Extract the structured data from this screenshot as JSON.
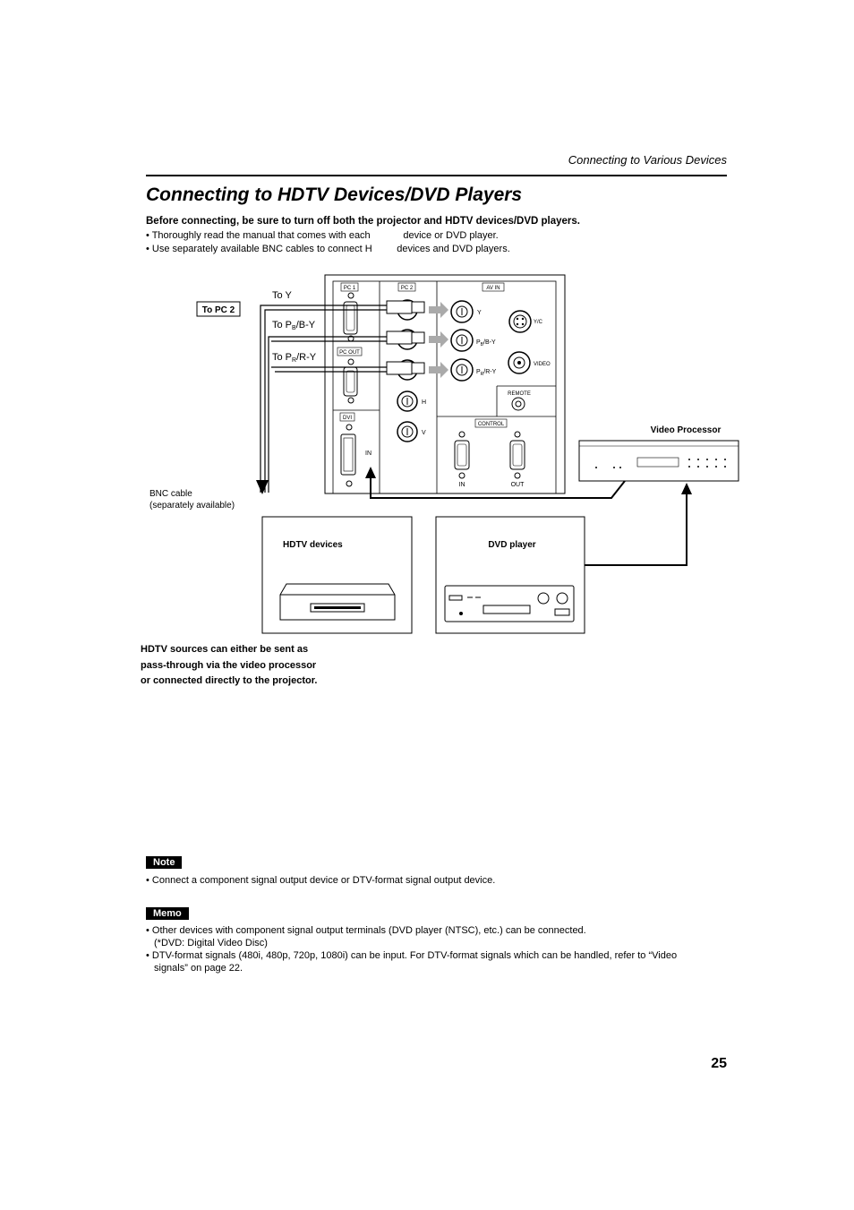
{
  "header": {
    "section": "Connecting to Various Devices"
  },
  "title": "Connecting to HDTV Devices/DVD Players",
  "intro": {
    "lead": "Before connecting, be sure to turn off both the projector and HDTV devices/DVD players.",
    "bullets": [
      "• Thoroughly read the manual that comes with each            device or DVD player.",
      "• Use separately available BNC cables to connect H         devices and DVD players."
    ]
  },
  "diagram": {
    "to_pc2": "To PC 2",
    "to_y": "To Y",
    "to_pb_prefix": "To P",
    "to_pb_sub": "B",
    "to_pb_suffix": "/B-Y",
    "to_pr_prefix": "To P",
    "to_pr_sub": "R",
    "to_pr_suffix": "/R-Y",
    "bnc_cable_line1": "BNC cable",
    "bnc_cable_line2": "(separately available)",
    "video_processor": "Video Processor",
    "hdtv_devices": "HDTV devices",
    "dvd_player": "DVD player",
    "panel": {
      "pc1": "PC 1",
      "pc2": "PC 2",
      "av_in": "AV IN",
      "pc_out": "PC OUT",
      "dvi": "DVI",
      "dvi_in": "IN",
      "y": "Y",
      "pb_prefix": "P",
      "pb_sub": "B",
      "pb_suffix": "/B-Y",
      "pr_prefix": "P",
      "pr_sub": "R",
      "pr_suffix": "/R-Y",
      "h": "H",
      "v": "V",
      "yc": "Y/C",
      "video": "VIDEO",
      "remote": "REMOTE",
      "control": "CONTROL",
      "control_in": "IN",
      "control_out": "OUT"
    }
  },
  "caption": "HDTV sources can either be sent as pass-through via the video processor or connected directly to the projector.",
  "note": {
    "label": "Note",
    "items": [
      "• Connect a component signal output device or DTV-format signal output device."
    ]
  },
  "memo": {
    "label": "Memo",
    "items": [
      "• Other devices with component signal output terminals (DVD player (NTSC), etc.) can be connected.",
      "(*DVD: Digital Video Disc)",
      "• DTV-format signals (480i, 480p, 720p, 1080i) can be input. For DTV-format signals which can be handled, refer to “Video",
      "signals” on page 22."
    ]
  },
  "page_number": "25"
}
